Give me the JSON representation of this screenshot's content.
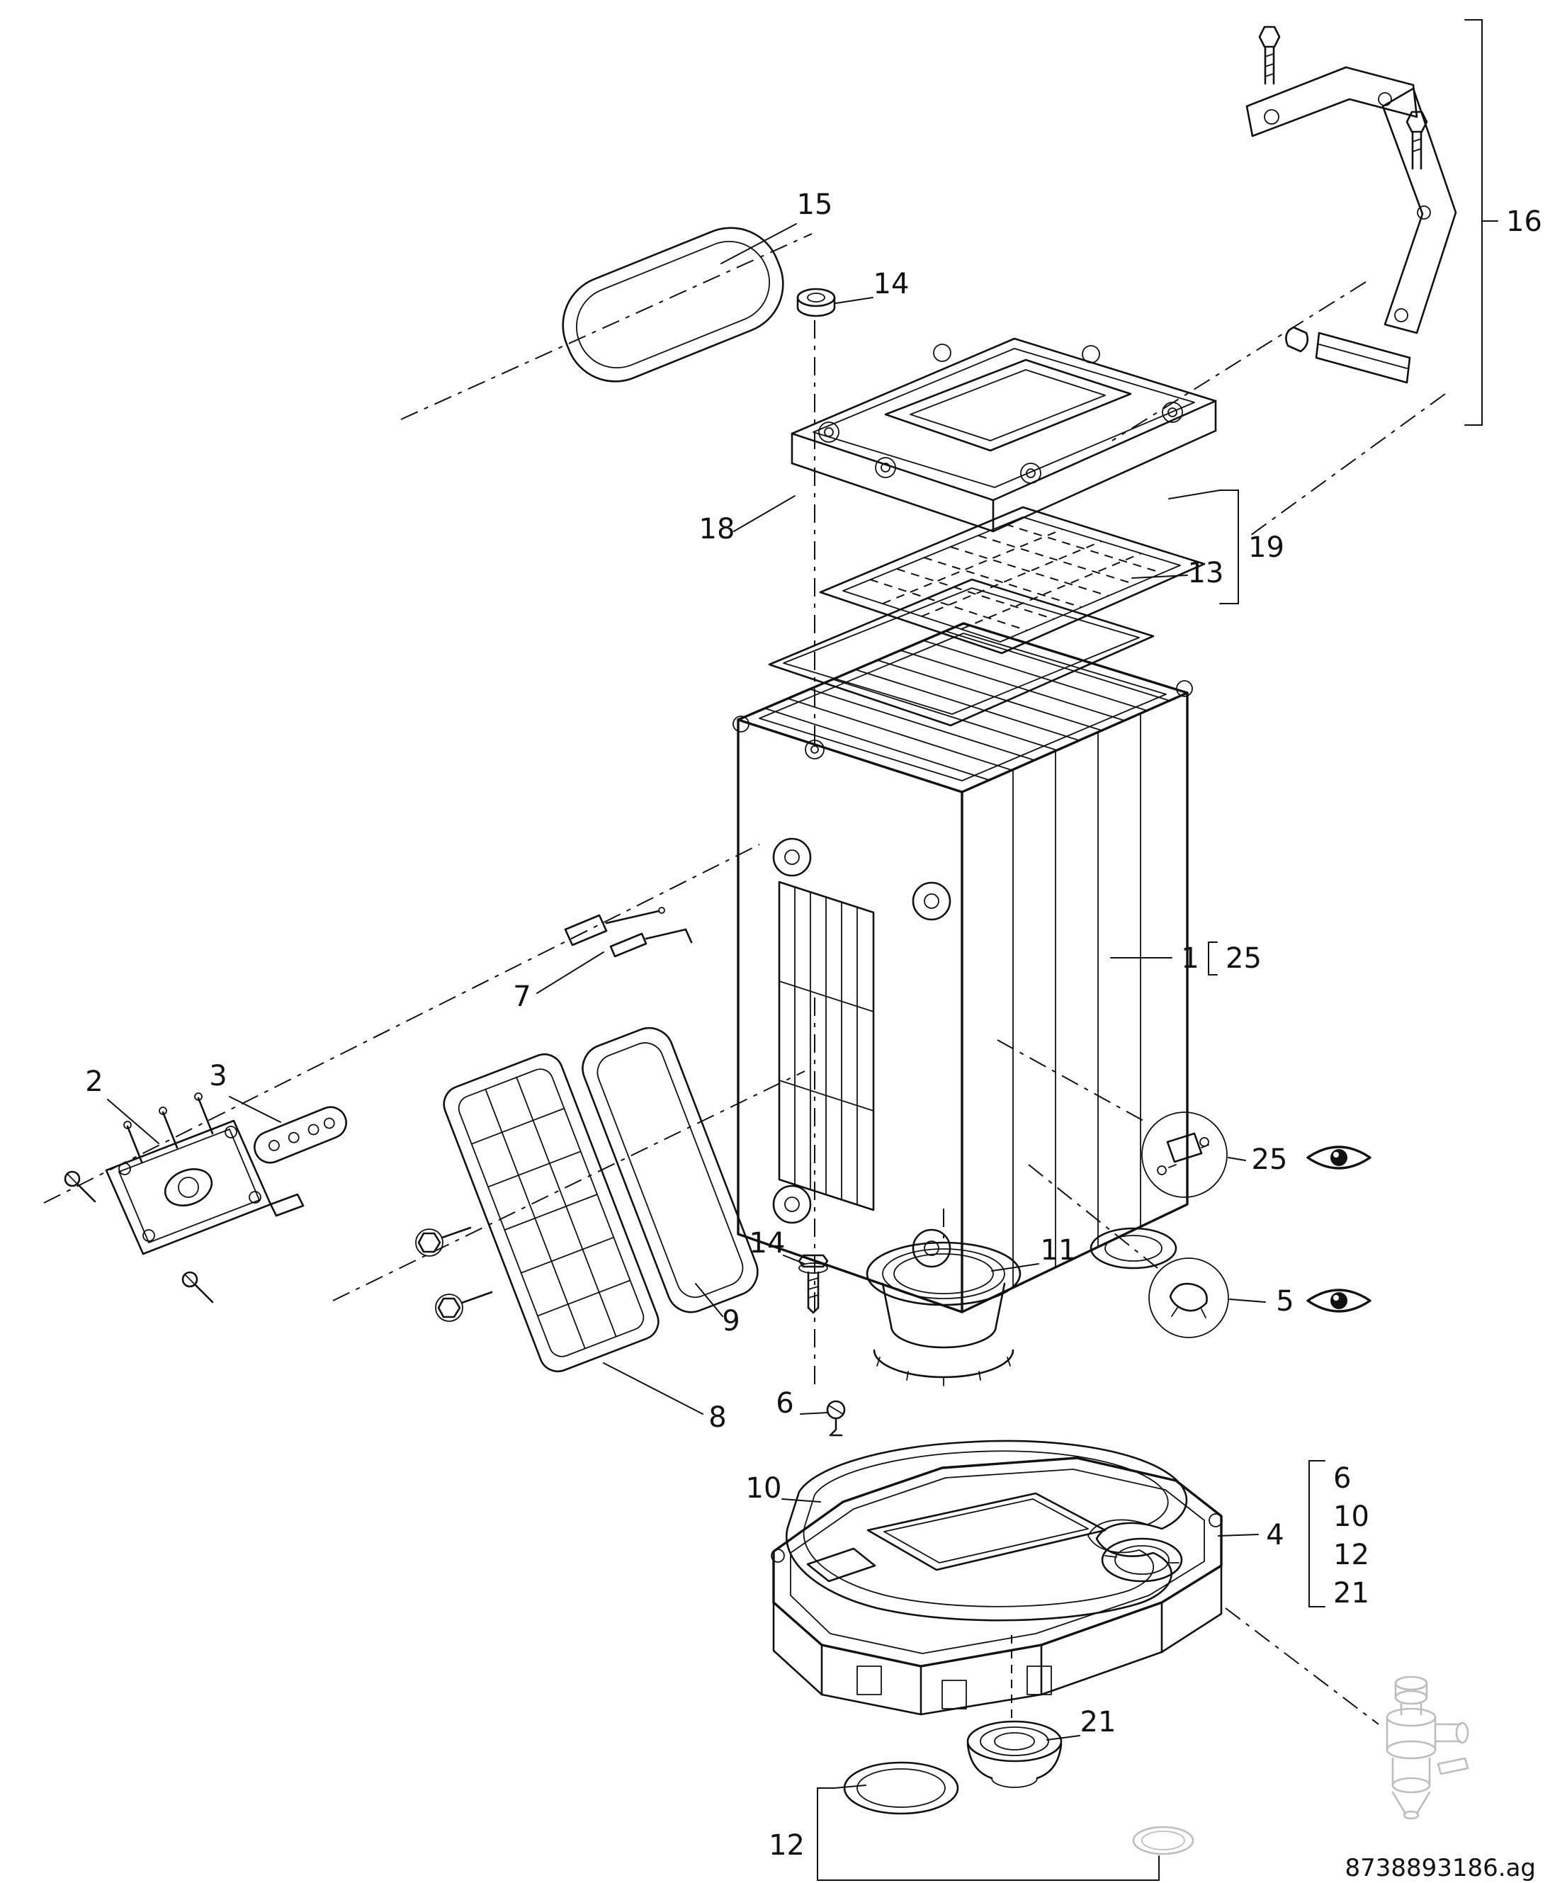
{
  "document": {
    "id_label": "8738893186.ag",
    "kind": "exploded-parts-diagram",
    "background": "#ffffff",
    "line_color": "#111111",
    "muted_color": "#bdbdbd"
  },
  "callouts": {
    "c15": "15",
    "c14_top": "14",
    "c16": "16",
    "c18": "18",
    "c19": "19",
    "c13": "13",
    "c1": "1",
    "c25_block": "25",
    "c7": "7",
    "c2": "2",
    "c3": "3",
    "c25_detail": "25",
    "c5": "5",
    "c14_bolt": "14",
    "c11": "11",
    "c9": "9",
    "c6": "6",
    "c8": "8",
    "c10": "10",
    "c4": "4",
    "group4_items": {
      "i6": "6",
      "i10": "10",
      "i12": "12",
      "i21": "21"
    },
    "c21": "21",
    "c12": "12"
  }
}
